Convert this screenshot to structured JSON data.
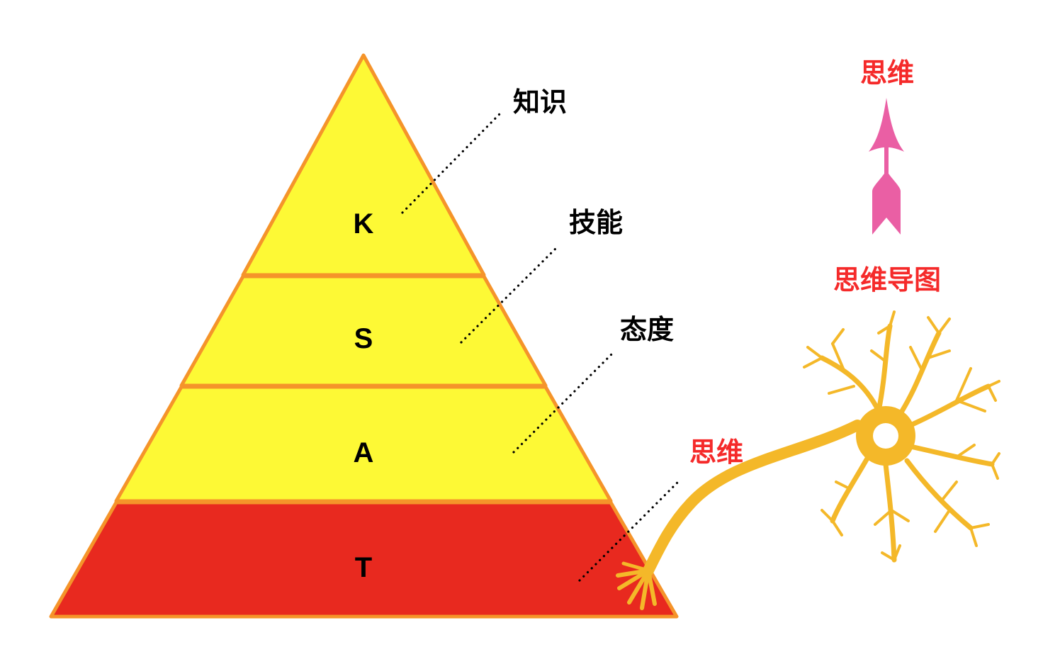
{
  "pyramid": {
    "tiers": [
      {
        "letter": "K",
        "label": "知识"
      },
      {
        "letter": "S",
        "label": "技能"
      },
      {
        "letter": "A",
        "label": "态度"
      },
      {
        "letter": "T",
        "label": "思维"
      }
    ]
  },
  "mindmap_panel": {
    "top_label": "思维",
    "bottom_label": "思维导图"
  },
  "icons": [
    "up-arrow-icon",
    "neuron-icon"
  ],
  "colors": {
    "tier_yellow": "#fdf935",
    "tier_red": "#e8291f",
    "outline_orange": "#f5942a",
    "highlight_red": "#f52a2a",
    "arrow_pink": "#ea5fa4",
    "neuron_gold": "#f4b829"
  }
}
